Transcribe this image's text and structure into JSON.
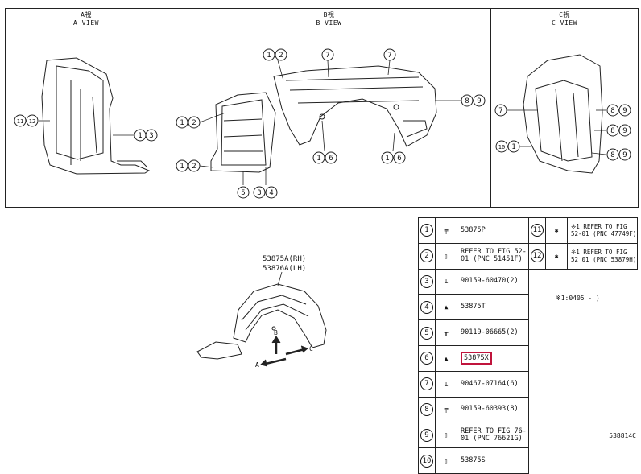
{
  "views": [
    {
      "title_top": "A視",
      "title_bottom": "A VIEW"
    },
    {
      "title_top": "B視",
      "title_bottom": "B VIEW"
    },
    {
      "title_top": "C視",
      "title_bottom": "C VIEW"
    }
  ],
  "callouts": {
    "a_view": [
      "11",
      "12",
      "1",
      "3"
    ],
    "b_view": [
      "1",
      "2",
      "7",
      "7",
      "8",
      "9",
      "1",
      "2",
      "1",
      "2",
      "1",
      "6",
      "1",
      "6",
      "5",
      "3",
      "4"
    ],
    "c_view": [
      "7",
      "8",
      "9",
      "8",
      "9",
      "8",
      "9",
      "10",
      "1"
    ]
  },
  "main_labels": {
    "rh": "53875A(RH)",
    "lh": "53876A(LH)",
    "a": "A",
    "b": "B",
    "c": "C"
  },
  "parts_left": [
    {
      "num": "1",
      "part": "53875P"
    },
    {
      "num": "2",
      "part": "REFER TO FIG 52-01 (PNC 51451F)"
    },
    {
      "num": "3",
      "part": "90159-60470(2)"
    },
    {
      "num": "4",
      "part": "53875T"
    },
    {
      "num": "5",
      "part": "90119-06665(2)"
    },
    {
      "num": "6",
      "part": "53875X"
    },
    {
      "num": "7",
      "part": "90467-07164(6)"
    },
    {
      "num": "8",
      "part": "90159-60393(8)"
    },
    {
      "num": "9",
      "part": "REFER TO FIG 76-01 (PNC 76621G)"
    },
    {
      "num": "10",
      "part": "53875S"
    }
  ],
  "parts_right": [
    {
      "num": "11",
      "part": "※1 REFER TO FIG 52-01 (PNC 47749F)"
    },
    {
      "num": "12",
      "part": "※1 REFER TO FIG 52 01 (PNC 53879H)"
    }
  ],
  "note": "※1:0405 - )",
  "doc_code": "538814C",
  "colors": {
    "highlight": "#c0143c",
    "line": "#222222"
  }
}
